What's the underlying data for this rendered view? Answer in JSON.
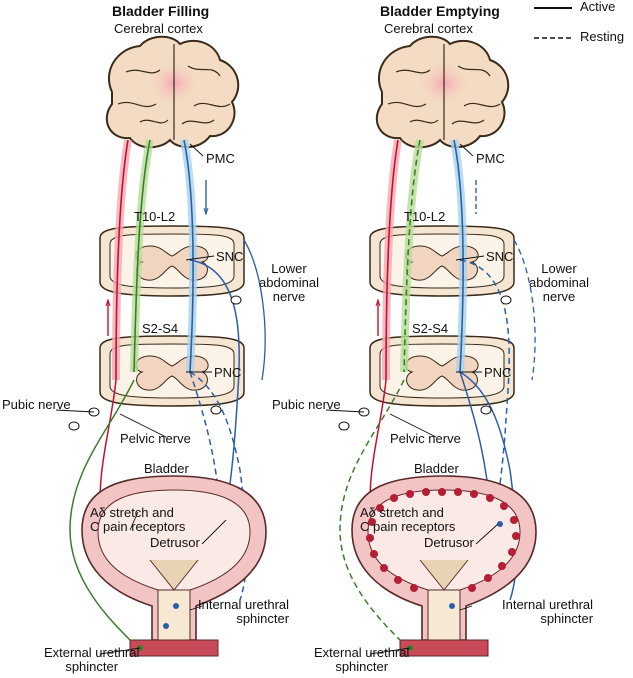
{
  "titles": {
    "left": "Bladder Filling",
    "right": "Bladder Emptying"
  },
  "legend": {
    "active": "Active",
    "resting": "Resting"
  },
  "labels": {
    "cortex": "Cerebral cortex",
    "pmc": "PMC",
    "t10": "T10-L2",
    "snc": "SNC",
    "lower_abdominal_1": "Lower",
    "lower_abdominal_2": "abdominal",
    "lower_abdominal_3": "nerve",
    "s2": "S2-S4",
    "pnc": "PNC",
    "pubic": "Pubic nerve",
    "pelvic": "Pelvic nerve",
    "bladder": "Bladder",
    "receptors_1": "Aδ stretch and",
    "receptors_2": "C pain receptors",
    "detrusor": "Detrusor",
    "ius_1": "Internal urethral",
    "ius_2": "sphincter",
    "eus_1": "External urethral",
    "eus_2": "sphincter"
  },
  "colors": {
    "sensory": "#c8102e",
    "sensory_glow": "#f4a9b3",
    "motor_somatic": "#3a7d2c",
    "motor_glow": "#b5dd96",
    "parasympathetic": "#2a5fa6",
    "para_glow": "#a9d3ec",
    "brain": "#f3dcc3",
    "bladder_wall": "#f2c4c4",
    "muscle": "#b51e35"
  }
}
